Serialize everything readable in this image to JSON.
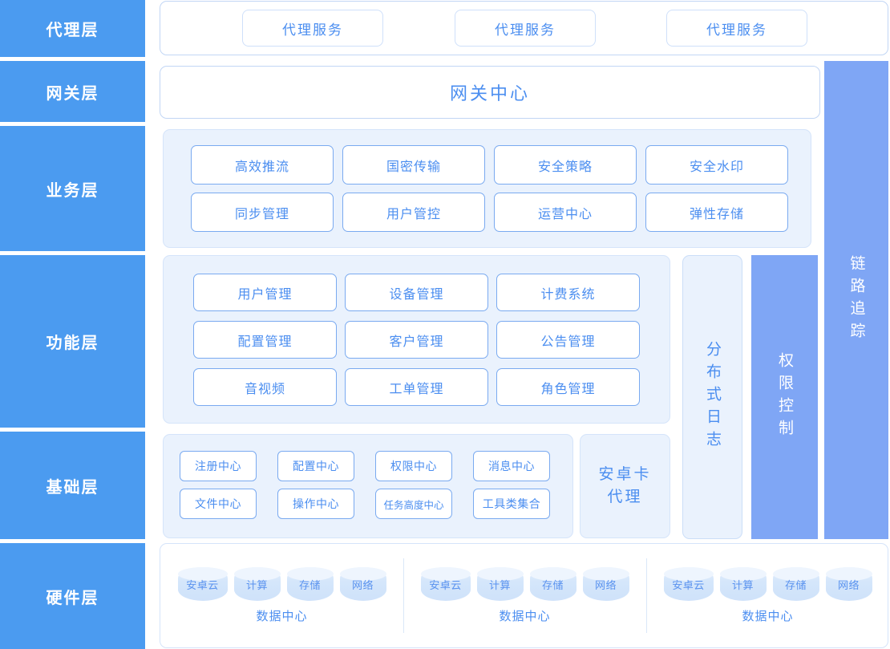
{
  "colors": {
    "sidebar_blue": "#4b9bf0",
    "accent_blue": "#4b8ef0",
    "solid_column": "#7fa6f5",
    "tint_panel": "#eaf2fd",
    "chip_border": "#7aaaf0",
    "page_bg": "#ffffff"
  },
  "sidebar": {
    "items": [
      {
        "label": "代理层"
      },
      {
        "label": "网关层"
      },
      {
        "label": "业务层"
      },
      {
        "label": "功能层"
      },
      {
        "label": "基础层"
      },
      {
        "label": "硬件层"
      }
    ]
  },
  "proxy_layer": {
    "services": [
      {
        "label": "代理服务"
      },
      {
        "label": "代理服务"
      },
      {
        "label": "代理服务"
      }
    ]
  },
  "gateway_layer": {
    "center": {
      "label": "网关中心"
    }
  },
  "business_layer": {
    "row1": [
      {
        "label": "高效推流"
      },
      {
        "label": "国密传输"
      },
      {
        "label": "安全策略"
      },
      {
        "label": "安全水印"
      }
    ],
    "row2": [
      {
        "label": "同步管理"
      },
      {
        "label": "用户管控"
      },
      {
        "label": "运营中心"
      },
      {
        "label": "弹性存储"
      }
    ]
  },
  "function_layer": {
    "row1": [
      {
        "label": "用户管理"
      },
      {
        "label": "设备管理"
      },
      {
        "label": "计费系统"
      }
    ],
    "row2": [
      {
        "label": "配置管理"
      },
      {
        "label": "客户管理"
      },
      {
        "label": "公告管理"
      }
    ],
    "row3": [
      {
        "label": "音视频"
      },
      {
        "label": "工单管理"
      },
      {
        "label": "角色管理"
      }
    ]
  },
  "base_layer": {
    "row1": [
      {
        "label": "注册中心"
      },
      {
        "label": "配置中心"
      },
      {
        "label": "权限中心"
      },
      {
        "label": "消息中心"
      }
    ],
    "row2": [
      {
        "label": "文件中心"
      },
      {
        "label": "操作中心"
      },
      {
        "label": "任务高度中心"
      },
      {
        "label": "工具类集合"
      }
    ],
    "aside": {
      "label": "安卓卡\n代理",
      "line1": "安卓卡",
      "line2": "代理"
    }
  },
  "side_columns": {
    "distributed_log": {
      "label": "分布式日志"
    },
    "permission_control": {
      "label": "权限控制"
    },
    "link_tracing": {
      "label": "链路追踪"
    }
  },
  "hardware_layer": {
    "data_centers": [
      {
        "name": "数据中心",
        "nodes": [
          {
            "label": "安卓云"
          },
          {
            "label": "计算"
          },
          {
            "label": "存储"
          },
          {
            "label": "网络"
          }
        ]
      },
      {
        "name": "数据中心",
        "nodes": [
          {
            "label": "安卓云"
          },
          {
            "label": "计算"
          },
          {
            "label": "存储"
          },
          {
            "label": "网络"
          }
        ]
      },
      {
        "name": "数据中心",
        "nodes": [
          {
            "label": "安卓云"
          },
          {
            "label": "计算"
          },
          {
            "label": "存储"
          },
          {
            "label": "网络"
          }
        ]
      }
    ]
  }
}
